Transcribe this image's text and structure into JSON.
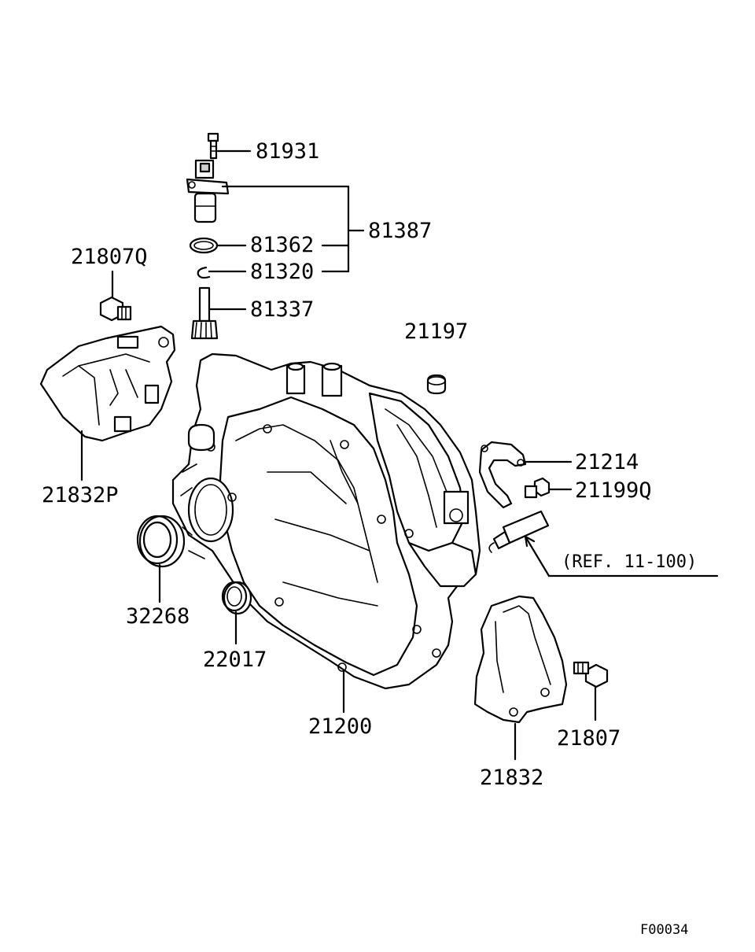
{
  "parts": {
    "p81931": "81931",
    "p81387": "81387",
    "p81362": "81362",
    "p81320": "81320",
    "p81337": "81337",
    "p21807Q": "21807Q",
    "p21197": "21197",
    "p21832P": "21832P",
    "p21214": "21214",
    "p21199Q": "21199Q",
    "p32268": "32268",
    "p22017": "22017",
    "p21200": "21200",
    "p21807": "21807",
    "p21832": "21832"
  },
  "ref_note": "(REF. 11-100)",
  "figure_code": "F00034"
}
